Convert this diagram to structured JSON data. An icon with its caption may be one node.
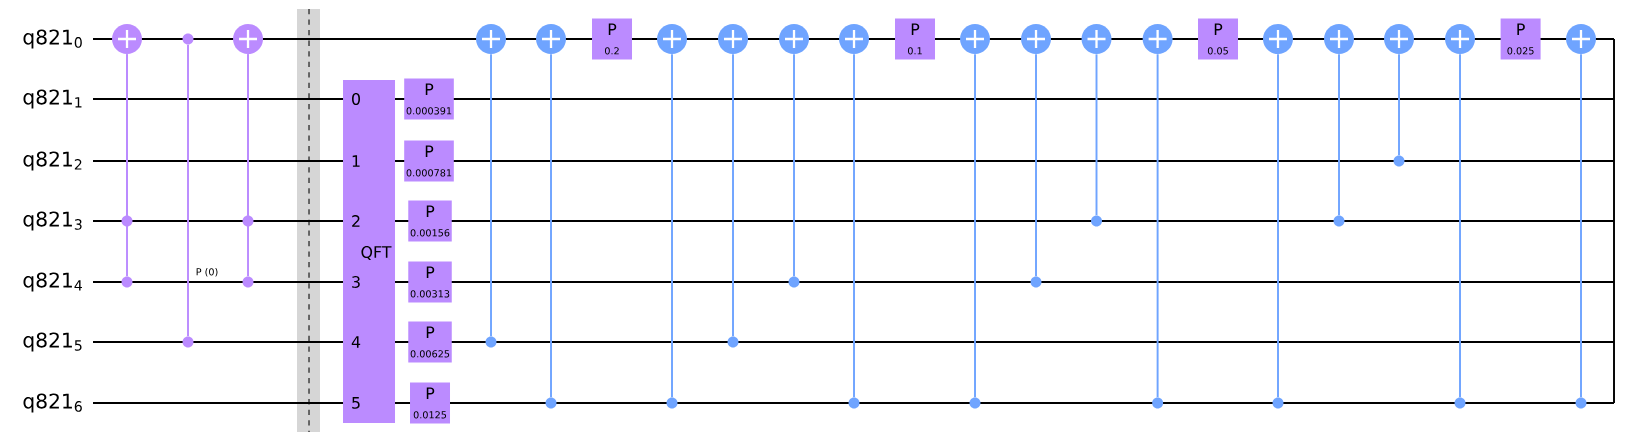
{
  "diagram": {
    "nodes": [
      {
        "text": [],
        "shape": "circle"
      },
      {
        "text": [],
        "shape": "dot"
      },
      {
        "text": [],
        "shape": "dot"
      },
      {
        "text": [],
        "shape": "dot"
      },
      {
        "text": [],
        "shape": "dot"
      },
      {
        "text": [],
        "shape": "circle"
      },
      {
        "text": [],
        "shape": "dot"
      },
      {
        "text": [],
        "shape": "dot"
      },
      {
        "text": [
          "0",
          "1",
          "2",
          "QFT",
          "3",
          "4",
          "5"
        ]
      },
      {
        "text": [
          "P",
          "0.000391"
        ]
      },
      {
        "text": [
          "P",
          "0.000781"
        ]
      },
      {
        "text": [
          "P",
          "0.00156"
        ]
      },
      {
        "text": [
          "P",
          "0.00313"
        ]
      },
      {
        "text": [
          "P",
          "0.00625"
        ]
      },
      {
        "text": [
          "P",
          "0.0125"
        ]
      },
      {
        "text": [],
        "shape": "circle"
      },
      {
        "text": [],
        "shape": "dot"
      },
      {
        "text": [],
        "shape": "circle"
      },
      {
        "text": [],
        "shape": "dot"
      },
      {
        "text": [
          "P",
          "0.2"
        ]
      },
      {
        "text": [],
        "shape": "circle"
      },
      {
        "text": [],
        "shape": "dot"
      },
      {
        "text": [],
        "shape": "circle"
      },
      {
        "text": [],
        "shape": "dot"
      },
      {
        "text": [],
        "shape": "circle"
      },
      {
        "text": [],
        "shape": "dot"
      },
      {
        "text": [],
        "shape": "circle"
      },
      {
        "text": [],
        "shape": "dot"
      },
      {
        "text": [
          "P",
          "0.1"
        ]
      },
      {
        "text": [],
        "shape": "circle"
      },
      {
        "text": [],
        "shape": "dot"
      },
      {
        "text": [],
        "shape": "circle"
      },
      {
        "text": [],
        "shape": "dot"
      },
      {
        "text": [],
        "shape": "circle"
      },
      {
        "text": [],
        "shape": "dot"
      },
      {
        "text": [],
        "shape": "circle"
      },
      {
        "text": [],
        "shape": "dot"
      },
      {
        "text": [
          "P",
          "0.05"
        ]
      },
      {
        "text": [],
        "shape": "circle"
      },
      {
        "text": [],
        "shape": "dot"
      },
      {
        "text": [],
        "shape": "circle"
      },
      {
        "text": [],
        "shape": "dot"
      },
      {
        "text": [],
        "shape": "circle"
      },
      {
        "text": [],
        "shape": "dot"
      },
      {
        "text": [],
        "shape": "circle"
      },
      {
        "text": [],
        "shape": "dot"
      },
      {
        "text": [
          "P",
          "0.025"
        ]
      },
      {
        "text": [],
        "shape": "circle"
      },
      {
        "text": [],
        "shape": "dot"
      }
    ],
    "edges": [
      {
        "from": 1,
        "to": 0,
        "arrow": "none",
        "color": "#bb8bff"
      },
      {
        "from": 2,
        "to": 0,
        "arrow": "none",
        "color": "#bb8bff"
      },
      {
        "from": 3,
        "to": 4,
        "arrow": "none",
        "color": "#bb8bff",
        "label": "P (0)"
      },
      {
        "from": 6,
        "to": 5,
        "arrow": "none",
        "color": "#bb8bff"
      },
      {
        "from": 7,
        "to": 5,
        "arrow": "none",
        "color": "#bb8bff"
      },
      {
        "from": 16,
        "to": 15,
        "arrow": "none"
      },
      {
        "from": 18,
        "to": 17,
        "arrow": "none"
      },
      {
        "from": 21,
        "to": 20,
        "arrow": "none"
      },
      {
        "from": 23,
        "to": 22,
        "arrow": "none"
      },
      {
        "from": 25,
        "to": 24,
        "arrow": "none"
      },
      {
        "from": 27,
        "to": 26,
        "arrow": "none"
      },
      {
        "from": 30,
        "to": 29,
        "arrow": "none"
      },
      {
        "from": 32,
        "to": 31,
        "arrow": "none"
      },
      {
        "from": 34,
        "to": 33,
        "arrow": "none"
      },
      {
        "from": 36,
        "to": 35,
        "arrow": "none"
      },
      {
        "from": 39,
        "to": 38,
        "arrow": "none"
      },
      {
        "from": 41,
        "to": 40,
        "arrow": "none"
      },
      {
        "from": 43,
        "to": 42,
        "arrow": "none"
      },
      {
        "from": 45,
        "to": 44,
        "arrow": "none"
      },
      {
        "from": 48,
        "to": 47,
        "arrow": "none"
      }
    ],
    "labels": [
      "q821$_{0}$",
      "q821$_{1}$",
      "q821$_{2}$",
      "q821$_{3}$",
      "q821$_{4}$",
      "q821$_{5}$",
      "q821$_{6}$"
    ]
  }
}
